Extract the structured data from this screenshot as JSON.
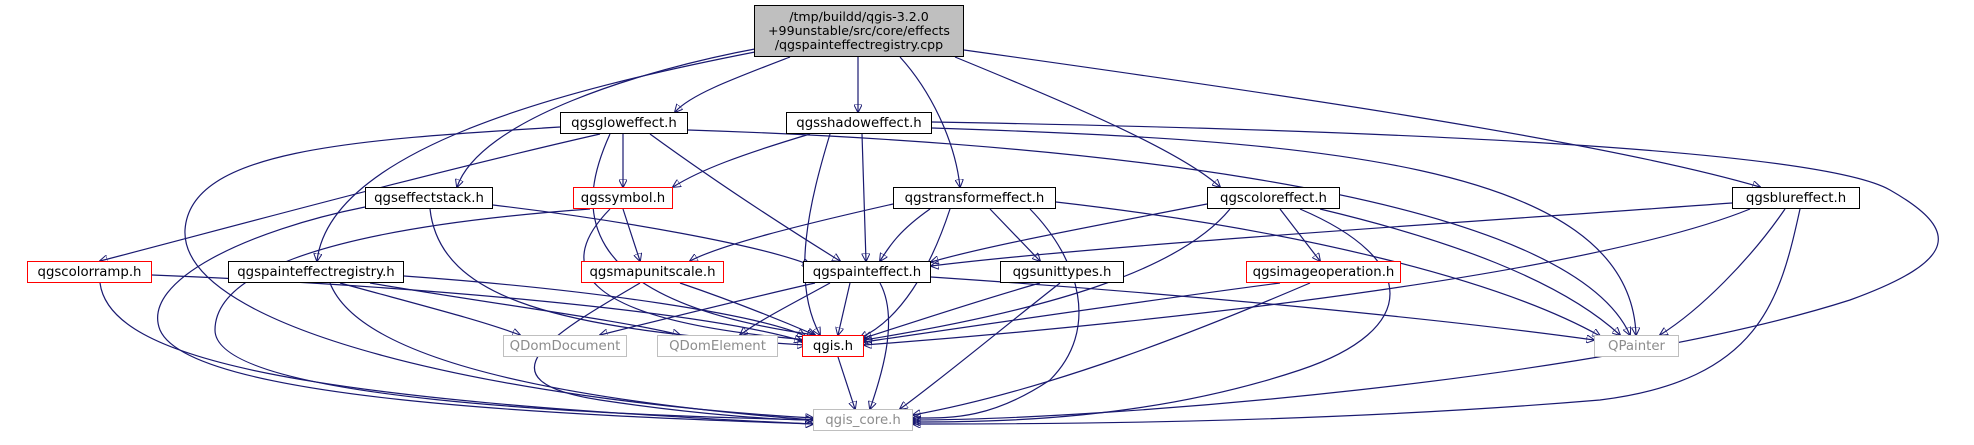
{
  "colors": {
    "edge": "#191970",
    "root_fill": "#bfbfbf",
    "documented_border": "#000000",
    "undocumented_border": "#ff0000",
    "external_border": "#bfbfbf",
    "external_text": "#8c8c8c"
  },
  "nodes": {
    "root": "/tmp/buildd/qgis-3.2.0\n+99unstable/src/core/effects\n/qgspainteffectregistry.cpp",
    "glow": "qgsgloweffect.h",
    "shadow": "qgsshadoweffect.h",
    "symbol": "qgssymbol.h",
    "effectstack": "qgseffectstack.h",
    "transform": "qgstransformeffect.h",
    "coloreffect": "qgscoloreffect.h",
    "blur": "qgsblureffect.h",
    "colorramp": "qgscolorramp.h",
    "registryh": "qgspainteffectregistry.h",
    "mapunitscale": "qgsmapunitscale.h",
    "painteffect": "qgspainteffect.h",
    "unittypes": "qgsunittypes.h",
    "imageop": "qgsimageoperation.h",
    "domdoc": "QDomDocument",
    "domel": "QDomElement",
    "qgis": "qgis.h",
    "qpainter": "QPainter",
    "core": "qgis_core.h"
  }
}
